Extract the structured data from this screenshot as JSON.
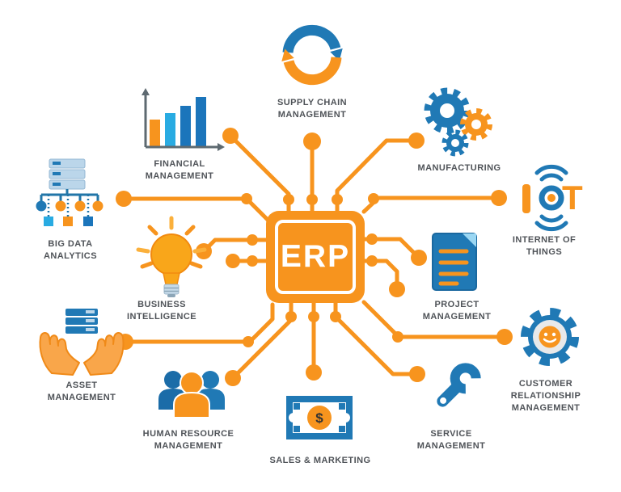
{
  "colors": {
    "orange": "#F7941E",
    "orange_light": "#FBB03B",
    "blue": "#2079B5",
    "dark_blue": "#1B75BB",
    "light_blue": "#29ABE2",
    "label_ink": "#4F5358"
  },
  "center": {
    "label": "ERP"
  },
  "modules": [
    {
      "id": "supply-chain-management",
      "icon": "sync-arrows-icon",
      "lines": [
        "SUPPLY CHAIN",
        "MANAGEMENT"
      ]
    },
    {
      "id": "financial-management",
      "icon": "bar-chart-icon",
      "lines": [
        "FINANCIAL",
        "MANAGEMENT"
      ]
    },
    {
      "id": "manufacturing",
      "icon": "gears-icon",
      "lines": [
        "MANUFACTURING"
      ]
    },
    {
      "id": "big-data-analytics",
      "icon": "database-cluster-icon",
      "lines": [
        "BIG DATA",
        "ANALYTICS"
      ]
    },
    {
      "id": "internet-of-things",
      "icon": "iot-signal-icon",
      "letters": [
        "I",
        "T"
      ],
      "lines": [
        "INTERNET OF",
        "THINGS"
      ]
    },
    {
      "id": "business-intelligence",
      "icon": "lightbulb-icon",
      "lines": [
        "BUSINESS",
        "INTELLIGENCE"
      ]
    },
    {
      "id": "project-management",
      "icon": "document-icon",
      "lines": [
        "PROJECT",
        "MANAGEMENT"
      ]
    },
    {
      "id": "asset-management",
      "icon": "hands-holding-server-icon",
      "lines": [
        "ASSET",
        "MANAGEMENT"
      ]
    },
    {
      "id": "customer-relationship-management",
      "icon": "smiley-gear-icon",
      "lines": [
        "CUSTOMER",
        "RELATIONSHIP",
        "MANAGEMENT"
      ]
    },
    {
      "id": "human-resource-management",
      "icon": "people-group-icon",
      "lines": [
        "HUMAN RESOURCE",
        "MANAGEMENT"
      ]
    },
    {
      "id": "sales-marketing",
      "icon": "banknote-icon",
      "symbol": "$",
      "lines": [
        "SALES & MARKETING"
      ]
    },
    {
      "id": "service-management",
      "icon": "wrench-icon",
      "lines": [
        "SERVICE",
        "MANAGEMENT"
      ]
    }
  ]
}
